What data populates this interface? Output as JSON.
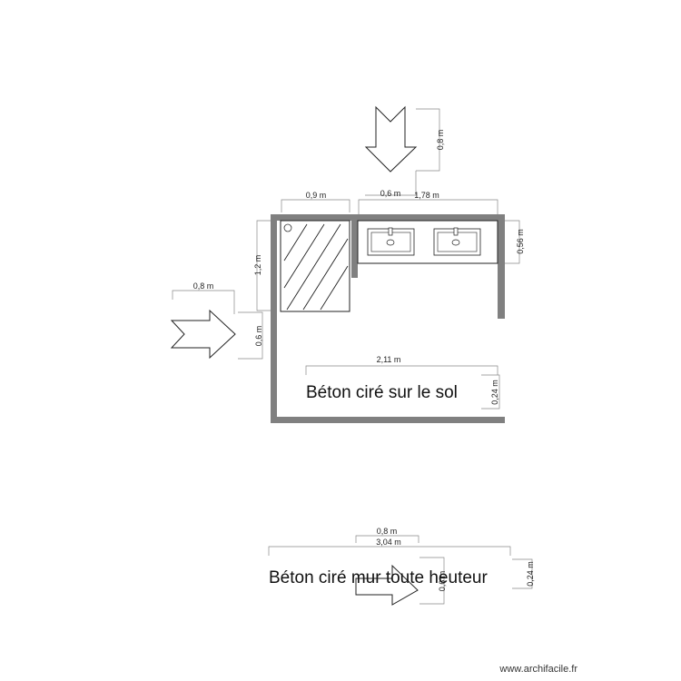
{
  "plan": {
    "dimensions": {
      "arrow_top_height": "0,8 m",
      "shower_width": "0,9 m",
      "arrow_top_width": "0,6 m",
      "vanity_width": "1,78 m",
      "vanity_depth": "0,56 m",
      "shower_length": "1,2 m",
      "arrow_left_width": "0,8 m",
      "arrow_left_height": "0,6 m",
      "floor_label_width": "2,11 m",
      "floor_label_height": "0,24 m",
      "arrow_bottom_width": "0,8 m",
      "wall_label_width": "3,04 m",
      "wall_label_height": "0,24 m",
      "arrow_bottom_height": "0,6 m"
    },
    "labels": {
      "floor": "Béton ciré sur le sol",
      "wall": "Béton ciré mur toute heuteur"
    },
    "watermark": "www.archifacile.fr"
  }
}
